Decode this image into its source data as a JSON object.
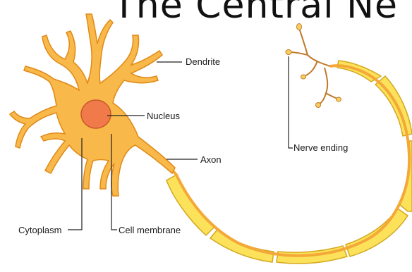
{
  "title": "The Central Ne",
  "labels": {
    "dendrite": "Dendrite",
    "nucleus": "Nucleus",
    "axon": "Axon",
    "nerve_ending": "Nerve ending",
    "cytoplasm": "Cytoplasm",
    "cell_membrane": "Cell membrane"
  },
  "colors": {
    "cell_body": "#f8b84a",
    "cell_outline": "#e08a18",
    "nucleus": "#f07a4a",
    "myelin": "#fbe25a",
    "myelin_outline": "#d4a820"
  }
}
